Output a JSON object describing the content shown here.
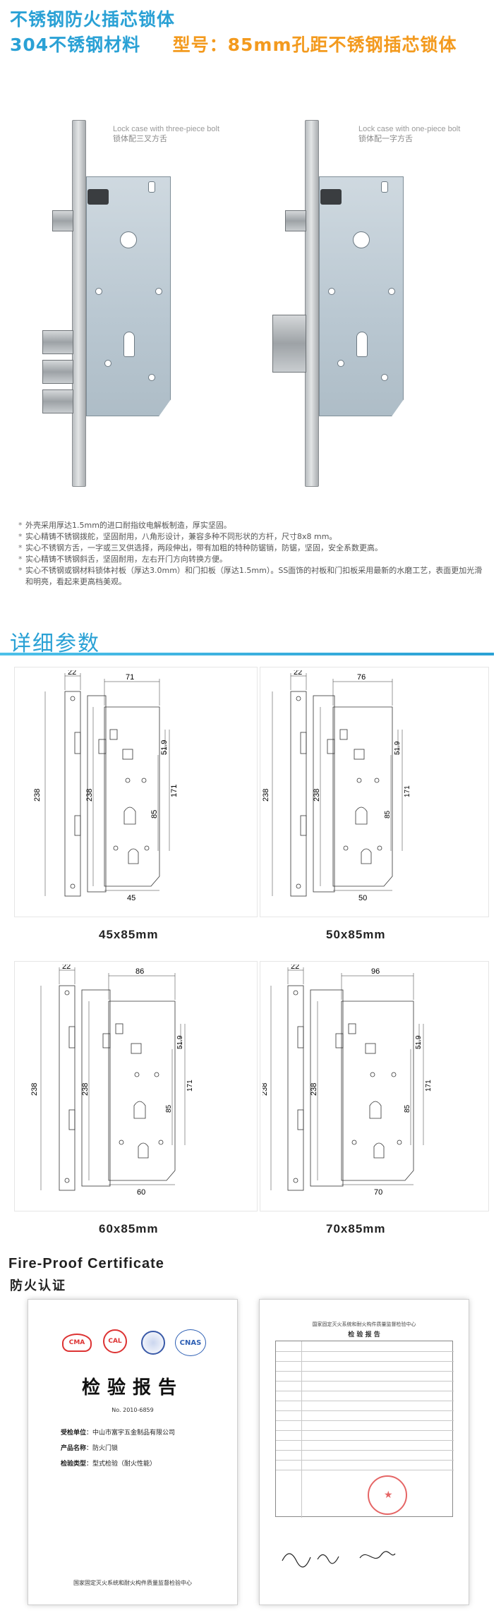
{
  "header": {
    "title_line1": "不锈钢防火插芯锁体",
    "title_line2_a": "304不锈钢材料",
    "title_line2_b": "型号：85mm孔距不锈钢插芯锁体"
  },
  "locks": [
    {
      "caption_en": "Lock case with three-piece bolt",
      "caption_cn": "锁体配三叉方舌"
    },
    {
      "caption_en": "Lock case with one-piece bolt",
      "caption_cn": "锁体配一字方舌"
    }
  ],
  "features": [
    "外壳采用厚达1.5mm的进口耐指纹电解板制造，厚实坚固。",
    "实心精铸不锈钢拨舵，坚固耐用，八角形设计，兼容多种不同形状的方杆，尺寸8x8 mm。",
    "实心不锈钢方舌，一字或三叉供选择，两段伸出，带有加粗的特种防锯销，防锯，坚固，安全系数更高。",
    "实心精铸不锈钢斜舌，坚固耐用，左右开门方向转换方便。",
    "实心不锈钢或钢材料锁体衬板（厚达3.0mm）和门扣板（厚达1.5mm）。SS面饰的衬板和门扣板采用最新的水磨工艺，表面更加光滑和明亮，看起来更高档美观。"
  ],
  "section_title": "详细参数",
  "drawings": [
    {
      "label": "45x85mm",
      "plate_width": "22",
      "case_width": "71",
      "height": "238",
      "inner_height": "238",
      "dim_a": "51.9",
      "dim_b": "85",
      "dim_c": "171",
      "backset": "45"
    },
    {
      "label": "50x85mm",
      "plate_width": "22",
      "case_width": "76",
      "height": "238",
      "inner_height": "238",
      "dim_a": "51.9",
      "dim_b": "85",
      "dim_c": "171",
      "backset": "50"
    },
    {
      "label": "60x85mm",
      "plate_width": "22",
      "case_width": "86",
      "height": "238",
      "inner_height": "238",
      "dim_a": "51.9",
      "dim_b": "85",
      "dim_c": "171",
      "backset": "60"
    },
    {
      "label": "70x85mm",
      "plate_width": "22",
      "case_width": "96",
      "height": "238",
      "inner_height": "238",
      "dim_a": "51.9",
      "dim_b": "85",
      "dim_c": "171",
      "backset": "70"
    }
  ],
  "certificate": {
    "title_en": "Fire-Proof Certificate",
    "title_cn": "防火认证",
    "cover_logos": [
      "CMA",
      "CAL",
      "CNAS"
    ],
    "cover_heading": "检验报告",
    "report_no": "No. 2010-6859",
    "fields": [
      {
        "key": "受检单位",
        "value": "中山市富宇五金制品有限公司"
      },
      {
        "key": "产品名称",
        "value": "防火门锁"
      },
      {
        "key": "检验类型",
        "value": "型式检验（耐火性能）"
      }
    ],
    "issuer": "国家固定灭火系统和耐火构件质量监督检验中心",
    "report_page_heading": "检 验 报 告"
  }
}
